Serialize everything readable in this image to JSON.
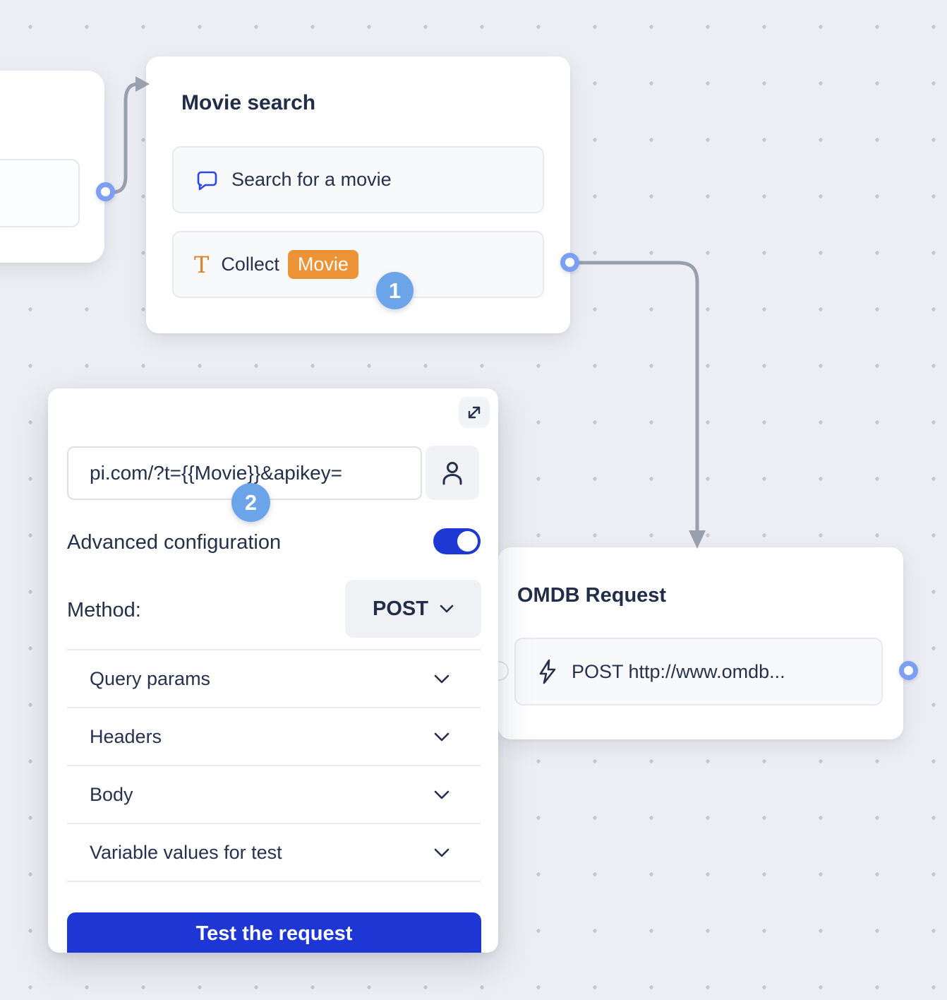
{
  "canvas": {
    "background_color": "#edeef3",
    "dot_color": "#c2c7d2",
    "arrow_color": "#98a0ad",
    "connector_color": "#7d9ff3",
    "badge_color": "#6ca4ea"
  },
  "nodes": {
    "movie_search": {
      "title": "Movie search",
      "badge": "1",
      "items": [
        {
          "icon": "chat-bubble-icon",
          "label": "Search for a movie"
        },
        {
          "icon": "text-input-icon",
          "label": "Collect",
          "chip": "Movie",
          "chip_color": "#ec9338"
        }
      ]
    },
    "omdb_request": {
      "title": "OMDB Request",
      "items": [
        {
          "icon": "lightning-icon",
          "label": "POST http://www.omdb..."
        }
      ]
    }
  },
  "panel": {
    "badge": "2",
    "url_value": "pi.com/?t={{Movie}}&apikey=",
    "advanced_label": "Advanced configuration",
    "toggle_on": true,
    "method_label": "Method:",
    "method_value": "POST",
    "sections": [
      "Query params",
      "Headers",
      "Body",
      "Variable values for test"
    ],
    "test_button_label": "Test the request",
    "accent_color": "#1e36d3"
  }
}
